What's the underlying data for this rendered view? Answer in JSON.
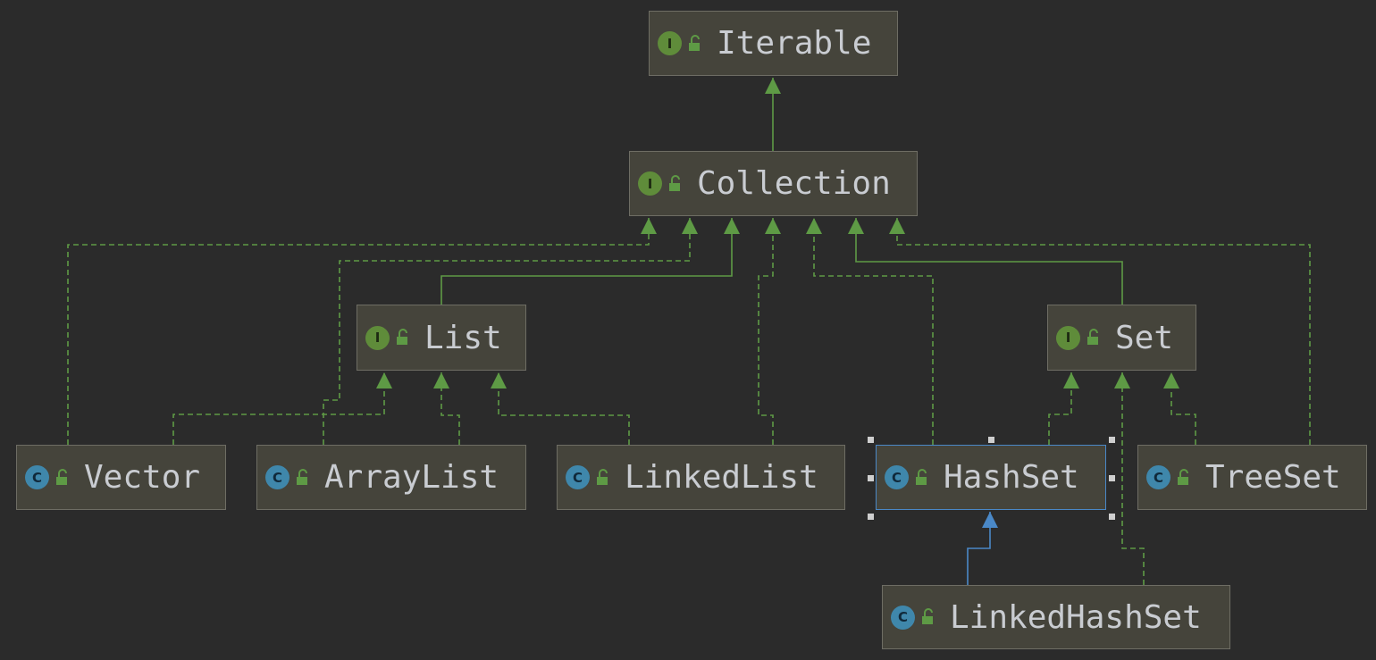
{
  "colors": {
    "background": "#2b2b2b",
    "node_fill": "#45443b",
    "node_border": "#6e6d64",
    "text": "#c9ccd1",
    "edge": "#5e9a45",
    "selected": "#4a88c7",
    "interface_badge": "#5f8c3a",
    "class_badge": "#3f87ab"
  },
  "nodes": [
    {
      "id": "iterable",
      "label": "Iterable",
      "kind": "interface",
      "badge": "I",
      "icon": "lock-open-icon"
    },
    {
      "id": "collection",
      "label": "Collection",
      "kind": "interface",
      "badge": "I",
      "icon": "lock-open-icon"
    },
    {
      "id": "list",
      "label": "List",
      "kind": "interface",
      "badge": "I",
      "icon": "lock-open-icon"
    },
    {
      "id": "set",
      "label": "Set",
      "kind": "interface",
      "badge": "I",
      "icon": "lock-open-icon"
    },
    {
      "id": "vector",
      "label": "Vector",
      "kind": "class",
      "badge": "C",
      "icon": "lock-open-icon"
    },
    {
      "id": "arraylist",
      "label": "ArrayList",
      "kind": "class",
      "badge": "C",
      "icon": "lock-open-icon"
    },
    {
      "id": "linkedlist",
      "label": "LinkedList",
      "kind": "class",
      "badge": "C",
      "icon": "lock-open-icon"
    },
    {
      "id": "hashset",
      "label": "HashSet",
      "kind": "class",
      "badge": "C",
      "icon": "lock-open-icon",
      "selected": true
    },
    {
      "id": "treeset",
      "label": "TreeSet",
      "kind": "class",
      "badge": "C",
      "icon": "lock-open-icon"
    },
    {
      "id": "linkedhashset",
      "label": "LinkedHashSet",
      "kind": "class",
      "badge": "C",
      "icon": "lock-open-icon"
    }
  ],
  "edges": [
    {
      "from": "collection",
      "to": "iterable",
      "style": "extends"
    },
    {
      "from": "list",
      "to": "collection",
      "style": "extends"
    },
    {
      "from": "set",
      "to": "collection",
      "style": "extends"
    },
    {
      "from": "vector",
      "to": "collection",
      "style": "implements"
    },
    {
      "from": "arraylist",
      "to": "collection",
      "style": "implements"
    },
    {
      "from": "linkedlist",
      "to": "collection",
      "style": "implements"
    },
    {
      "from": "hashset",
      "to": "collection",
      "style": "implements"
    },
    {
      "from": "treeset",
      "to": "collection",
      "style": "implements"
    },
    {
      "from": "vector",
      "to": "list",
      "style": "implements"
    },
    {
      "from": "arraylist",
      "to": "list",
      "style": "implements"
    },
    {
      "from": "linkedlist",
      "to": "list",
      "style": "implements"
    },
    {
      "from": "hashset",
      "to": "set",
      "style": "implements"
    },
    {
      "from": "treeset",
      "to": "set",
      "style": "implements"
    },
    {
      "from": "linkedhashset",
      "to": "set",
      "style": "implements"
    },
    {
      "from": "linkedhashset",
      "to": "hashset",
      "style": "extends-selected"
    }
  ]
}
